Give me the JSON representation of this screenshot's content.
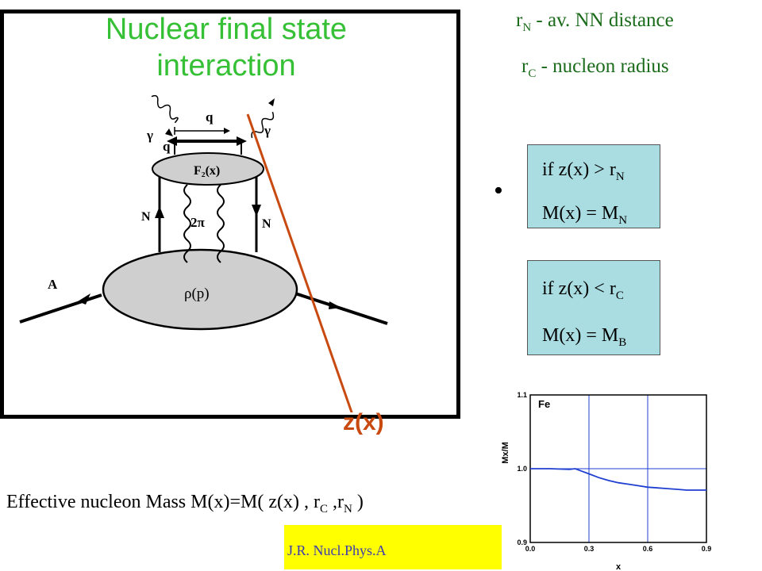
{
  "slide": {
    "title_line1": "Nuclear final state",
    "title_line2": "interaction",
    "rn_def": {
      "sym": "r",
      "sub": "N",
      "text": " - av. NN distance"
    },
    "rc_def": {
      "sym": "r",
      "sub": "C",
      "text": " - nucleon  radius"
    },
    "bullet": "•",
    "box1": {
      "line1": "if  z(x) > r",
      "line1_sub": "N",
      "line2": "M(x) = M",
      "line2_sub": "N"
    },
    "box2": {
      "line1": "if  z(x) < r",
      "line1_sub": "C",
      "line2": "M(x) = M",
      "line2_sub": "B"
    },
    "zx_label": "z(x)",
    "effmass": {
      "a": "Effective nucleon Mass  M(x)=M( z(x) , r",
      "a_sub": "C",
      "b": " ,r",
      "b_sub": "N",
      "c": " )"
    },
    "reference": "J.R. Nucl.Phys.A"
  },
  "diagram": {
    "labels": {
      "gamma_left": "γ",
      "gamma_right": "γ",
      "qbar": "q",
      "q": "q",
      "f2": "F₂(x)",
      "n_left": "N",
      "n_right": "N",
      "two_pi": "2π",
      "rho": "ρ(p)",
      "a": "A"
    }
  },
  "chart_data": {
    "type": "line",
    "title": "Fe",
    "xlabel": "x",
    "ylabel": "Mx/M",
    "xlim": [
      0.0,
      0.9
    ],
    "ylim": [
      0.9,
      1.1
    ],
    "x_ticks": [
      "0.0",
      "0.3",
      "0.6",
      "0.9"
    ],
    "y_ticks": [
      "0.9",
      "1.0",
      "1.1"
    ],
    "gridlines_x": [
      0.3,
      0.6
    ],
    "gridlines_y": [
      1.0
    ],
    "color": "#1f3fd0",
    "series": [
      {
        "x": [
          0.0,
          0.1,
          0.2,
          0.23,
          0.26,
          0.3,
          0.35,
          0.4,
          0.45,
          0.5,
          0.55,
          0.6,
          0.65,
          0.7,
          0.75,
          0.8,
          0.85,
          0.9
        ],
        "y": [
          1.0,
          1.0,
          0.999,
          1.0,
          0.997,
          0.993,
          0.988,
          0.984,
          0.981,
          0.979,
          0.977,
          0.975,
          0.974,
          0.973,
          0.972,
          0.971,
          0.971,
          0.971
        ]
      }
    ]
  }
}
